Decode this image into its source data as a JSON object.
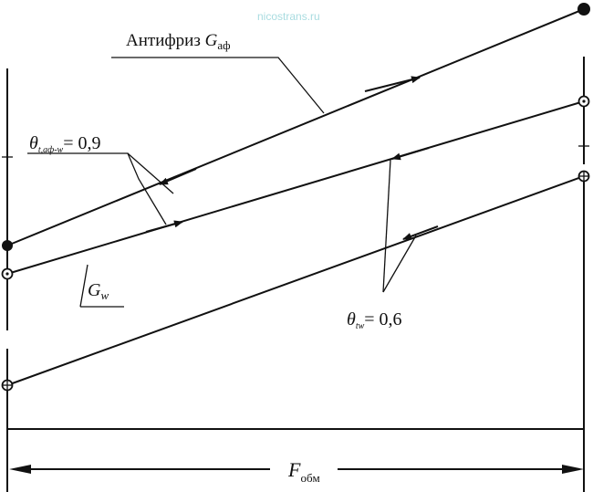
{
  "watermark": "nicostrans.ru",
  "labels": {
    "antifreeze_word": "Антифриз",
    "antifreeze_symbol": "G",
    "antifreeze_sub": "аф",
    "theta_left_symbol": "θ",
    "theta_left_sub": "t,аф-w",
    "theta_left_value": "= 0,9",
    "gw_symbol": "G",
    "gw_sub": "w",
    "theta_right_symbol": "θ",
    "theta_right_sub": "tw",
    "theta_right_value": "= 0,6",
    "area_symbol": "F",
    "area_sub": "обм"
  },
  "colors": {
    "line": "#111111",
    "watermark": "#a9dce0"
  }
}
